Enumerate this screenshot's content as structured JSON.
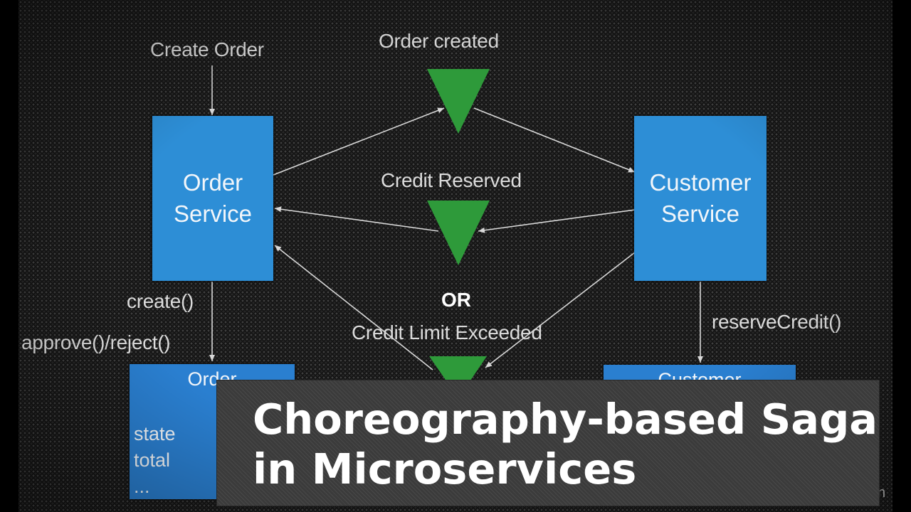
{
  "diagram": {
    "order_service": {
      "line1": "Order",
      "line2": "Service"
    },
    "customer_service": {
      "line1": "Customer",
      "line2": "Service"
    },
    "events": {
      "order_created": "Order created",
      "credit_reserved": "Credit Reserved",
      "or": "OR",
      "credit_limit_exceeded": "Credit Limit Exceeded"
    },
    "calls": {
      "create_order": "Create Order",
      "create": "create()",
      "approve_reject": "approve()/reject()",
      "reserve_credit": "reserveCredit()"
    },
    "order_entity": {
      "title": "Order",
      "field1": "state",
      "field2": "total",
      "field3": "..."
    },
    "customer_entity": {
      "title": "Customer"
    },
    "corner_fragment": "n",
    "colors": {
      "service_box": "#2d8ed6",
      "event_triangle": "#2e9a3a",
      "arrow": "#d8d8d8"
    }
  },
  "banner": {
    "line1": "Choreography-based Saga",
    "line2": "in Microservices"
  }
}
